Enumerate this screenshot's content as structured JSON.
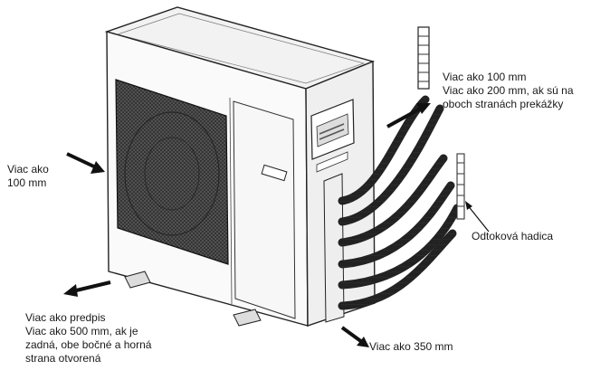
{
  "labels": {
    "left": [
      "Viac ako",
      "100 mm"
    ],
    "right_top": [
      "Viac ako 100 mm",
      "Viac ako 200 mm, ak sú na",
      "oboch stranách prekážky"
    ],
    "drain_hose": [
      "Odtoková hadica"
    ],
    "bottom_right": [
      "Viac ako 350 mm"
    ],
    "bottom_left": [
      "Viac ako predpis",
      "Viac ako 500 mm, ak je",
      "zadná, obe bočné a horná",
      "strana otvorená"
    ]
  }
}
